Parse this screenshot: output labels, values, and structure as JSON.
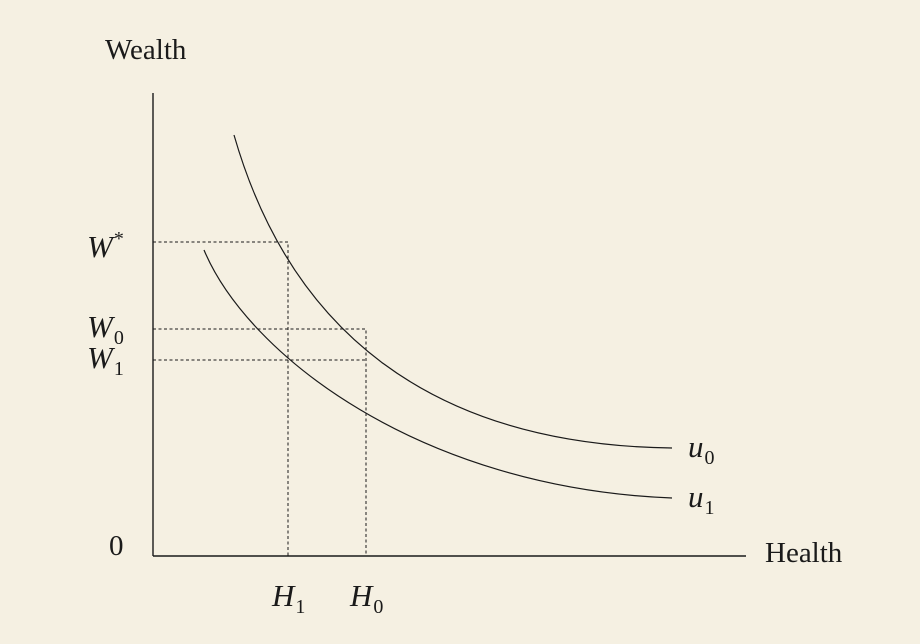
{
  "axes": {
    "y_title": "Wealth",
    "x_title": "Health",
    "origin": "0"
  },
  "y_markers": [
    {
      "symbol": "W",
      "mark": "*",
      "mark_type": "sup"
    },
    {
      "symbol": "W",
      "mark": "0",
      "mark_type": "sub"
    },
    {
      "symbol": "W",
      "mark": "1",
      "mark_type": "sub"
    }
  ],
  "x_markers": [
    {
      "symbol": "H",
      "mark": "1"
    },
    {
      "symbol": "H",
      "mark": "0"
    }
  ],
  "curves": [
    {
      "symbol": "u",
      "mark": "0"
    },
    {
      "symbol": "u",
      "mark": "1"
    }
  ]
}
